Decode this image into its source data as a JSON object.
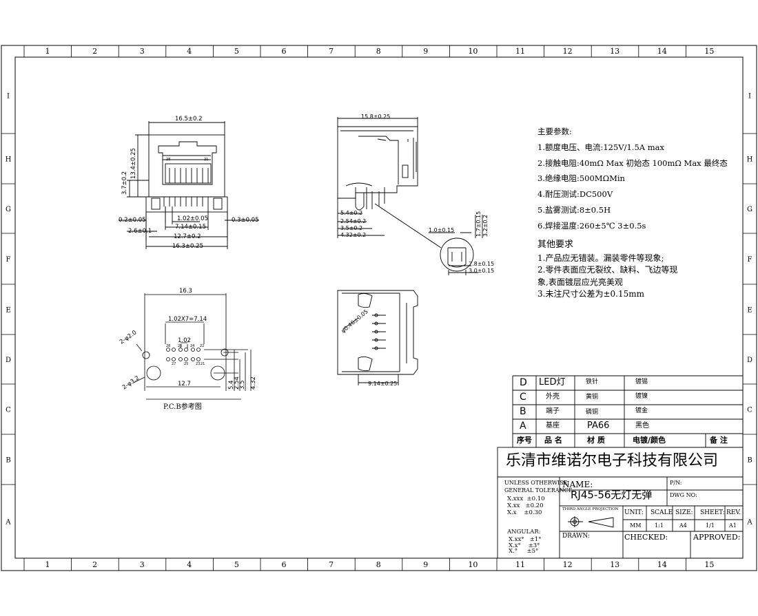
{
  "border": {
    "columns": [
      "1",
      "2",
      "3",
      "4",
      "5",
      "6",
      "7",
      "8",
      "9",
      "10",
      "11",
      "12",
      "13",
      "14",
      "15"
    ],
    "rows": [
      "I",
      "H",
      "G",
      "F",
      "E",
      "D",
      "C",
      "B",
      "A"
    ]
  },
  "views": {
    "front_dims": {
      "top_width": "16.5±0.2",
      "height_total": "13.4±0.25",
      "height_lower": "3.7±0.2",
      "pitch": "1.02±0.05",
      "pin_span": "7.14±0.15",
      "left_gap": "0.2±0.05",
      "left_offset": "2.6±0.1",
      "right_gap": "0.3±0.05",
      "bottom_inner": "12.7±0.2",
      "bottom_width": "16.3±0.25",
      "pin_label_left": "28",
      "pin_label_right": "21"
    },
    "side_dims": {
      "top_width": "15.8±0.25",
      "d1": "5.4±0.2",
      "d2": "2.54±0.2",
      "d3": "3.5±0.2",
      "d4": "4.32±0.2",
      "detail_w": "1.0±0.15",
      "detail_h1": "1.7±0.15",
      "detail_h2": "3.2±0.2",
      "detail_b1": "2.8±0.15",
      "detail_b2": "3.0±0.15"
    },
    "pcb_dims": {
      "width": "16.3",
      "pin_span": "1.02X7=7.14",
      "pitch": "1.02",
      "hole_small": "2-φ2.0",
      "hole_large": "2-φ3.2",
      "base_width": "12.7",
      "v1": "5.4",
      "v2": "2.54",
      "v3": "3.5",
      "v4": "4.32",
      "pin_numbers": [
        "28",
        "26",
        "24",
        "22",
        "27",
        "25",
        "23",
        "21"
      ]
    },
    "pcb_caption": "P.C.B参考图",
    "bottom_dims": {
      "hole": "φ0.46±0.05",
      "width": "9.14±0.25"
    }
  },
  "params": {
    "title": "主要参数:",
    "items": [
      "1.额度电压、电流:125V/1.5A max",
      "2.接触电阻:40mΩ  Max 初始态 100mΩ  Max 最终态",
      "3.绝缘电阻:500MΩMin",
      "4.耐压测试:DC500V",
      "5.盐雾测试:8±0.5H",
      "6.焊接温度:260±5℃  3±0.5s"
    ]
  },
  "requirements": {
    "title": "其他要求",
    "lines": [
      "1.产品应无错装。漏装零件等现象;",
      "2.零件表面应无裂纹、缺料、飞边等现",
      "象,表面镀层应光亮美观",
      "3.未注尺寸公差为±0.15mm"
    ]
  },
  "bom": {
    "rows": [
      {
        "idx": "D",
        "name": "LED灯",
        "material": "铁针",
        "finish": "镀锡"
      },
      {
        "idx": "C",
        "name": "外壳",
        "material": "黄铜",
        "finish": "镀镍"
      },
      {
        "idx": "B",
        "name": "端子",
        "material": "磷铜",
        "finish": "镀金"
      },
      {
        "idx": "A",
        "name": "基座",
        "material": "PA66",
        "finish": "黑色"
      }
    ],
    "header": {
      "idx": "序号",
      "name": "品  名",
      "material": "材  质",
      "finish": "电镀/颜色",
      "remark": "备  注"
    }
  },
  "title_block": {
    "company": "乐清市维诺尔电子科技有限公司",
    "tolerance_title": "UNLESS OTHERWISE,",
    "tolerance_title2": "GENERAL TOLERANCE:",
    "tol_lines": [
      "X.xxx  ±0.10",
      "X.xx   ±0.20",
      "X.x    ±0.30"
    ],
    "angular_title": "ANGULAR:",
    "ang_lines": [
      "X.xx°   ±1°",
      "X.x°    ±3°",
      "X.°     ±5°"
    ],
    "name_label": "NAME:",
    "name_value": "RJ45-56无灯无弹",
    "pn_label": "P/N:",
    "dwg_label": "DWG NO:",
    "projection_label": "THIRD ANGLE PROJECTION",
    "unit_label": "UNIT:",
    "unit_value": "MM",
    "scale_label": "SCALE",
    "scale_value": "1:1",
    "size_label": "SIZE:",
    "size_value": "A4",
    "sheet_label": "SHEET:",
    "sheet_value": "1/1",
    "rev_label": "REV.",
    "rev_value": "A1",
    "drawn_label": "DRAWN:",
    "checked_label": "CHECKED:",
    "approved_label": "APPROVED:"
  }
}
